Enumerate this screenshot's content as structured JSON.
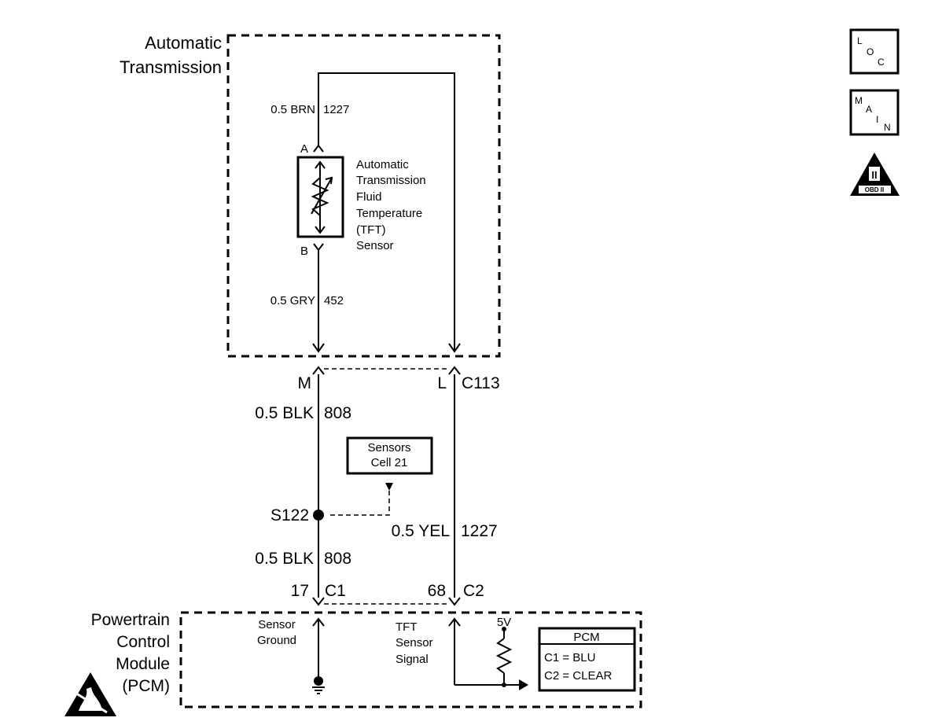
{
  "modules": {
    "transmission": {
      "title_line1": "Automatic",
      "title_line2": "Transmission"
    },
    "pcm": {
      "title_line1": "Powertrain",
      "title_line2": "Control",
      "title_line3": "Module",
      "title_line4": "(PCM)"
    }
  },
  "sensor": {
    "label_lines": [
      "Automatic",
      "Transmission",
      "Fluid",
      "Temperature",
      "(TFT)",
      "Sensor"
    ],
    "pin_top": "A",
    "pin_bottom": "B"
  },
  "wires": {
    "brn": "0.5 BRN",
    "brn_circuit": "1227",
    "gry": "0.5 GRY",
    "gry_circuit": "452",
    "blk_upper": "0.5 BLK",
    "blk_upper_circuit": "808",
    "blk_lower": "0.5 BLK",
    "blk_lower_circuit": "808",
    "yel": "0.5 YEL",
    "yel_circuit": "1227"
  },
  "connectors": {
    "c113": "C113",
    "pin_m": "M",
    "pin_l": "L",
    "c1_pin": "17",
    "c1": "C1",
    "c2_pin": "68",
    "c2": "C2"
  },
  "splice": {
    "label": "S122"
  },
  "reference_box": {
    "line1": "Sensors",
    "line2": "Cell 21"
  },
  "pcm_internal": {
    "ground_label_line1": "Sensor",
    "ground_label_line2": "Ground",
    "signal_label_line1": "TFT",
    "signal_label_line2": "Sensor",
    "signal_label_line3": "Signal",
    "voltage": "5V"
  },
  "pcm_legend": {
    "title": "PCM",
    "row1": "C1 = BLU",
    "row2": "C2 = CLEAR"
  },
  "nav_icons": {
    "loc": {
      "l1": "L",
      "l2": "O",
      "l3": "C"
    },
    "main": {
      "l1": "M",
      "l2": "A",
      "l3": "I",
      "l4": "N"
    },
    "obd": {
      "numeral": "II",
      "text": "OBD II"
    }
  }
}
